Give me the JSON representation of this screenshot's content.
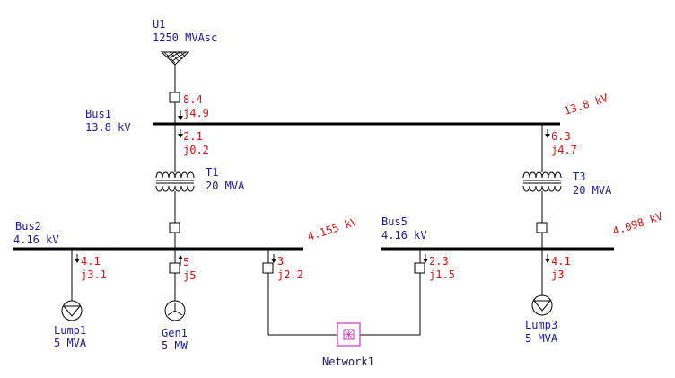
{
  "colors": {
    "label": "#1a1aa0",
    "flow": "#e01010",
    "network": "#cc33cc"
  },
  "utility": {
    "name": "U1",
    "rating": "1250 MVAsc"
  },
  "buses": [
    {
      "name": "Bus1",
      "voltage": "13.8 kV",
      "result": "13.8 kV"
    },
    {
      "name": "Bus2",
      "voltage": "4.16 kV",
      "result": "4.155 kV"
    },
    {
      "name": "Bus5",
      "voltage": "4.16 kV",
      "result": "4.098 kV"
    }
  ],
  "transformers": [
    {
      "name": "T1",
      "rating": "20 MVA"
    },
    {
      "name": "T3",
      "rating": "20 MVA"
    }
  ],
  "loads": [
    {
      "name": "Lump1",
      "rating": "5 MVA"
    },
    {
      "name": "Lump3",
      "rating": "5 MVA"
    }
  ],
  "generator": {
    "name": "Gen1",
    "rating": "5 MW"
  },
  "network": {
    "name": "Network1"
  },
  "flows": {
    "u1": {
      "p": "8.4",
      "q": "j4.9"
    },
    "t1_top": {
      "p": "2.1",
      "q": "j0.2"
    },
    "t3_top": {
      "p": "6.3",
      "q": "j4.7"
    },
    "lump1": {
      "p": "4.1",
      "q": "j3.1"
    },
    "gen1": {
      "p": "5",
      "q": "j5"
    },
    "net_left": {
      "p": "3",
      "q": "j2.2"
    },
    "net_right": {
      "p": "2.3",
      "q": "j1.5"
    },
    "lump3": {
      "p": "4.1",
      "q": "j3"
    }
  }
}
